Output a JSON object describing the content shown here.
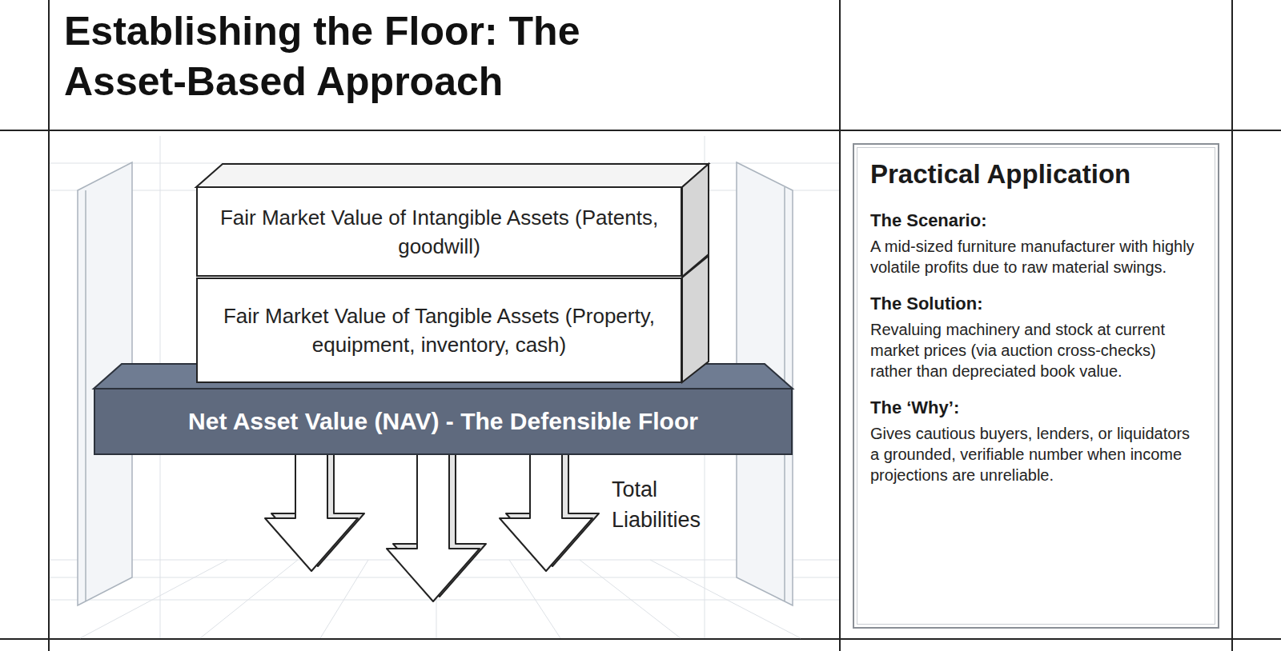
{
  "diagram": {
    "title": "Establishing the Floor: The Asset-Based Approach",
    "nodes": [
      {
        "text": [
          "Fair Market Value of Intangible Assets (Patents, goodwill)"
        ]
      },
      {
        "text": [
          "Fair Market Value of Tangible Assets (Property, equipment, inventory, cash)"
        ]
      },
      {
        "text": [
          "Net Asset Value (NAV) - The Defensible Floor"
        ]
      },
      {
        "text": [
          "Practical Application",
          "The Scenario:",
          "A mid-sized furniture manufacturer with highly volatile profits due to raw material swings.",
          "The Solution:",
          "Revaluing machinery and stock at current market prices (via auction cross-checks) rather than depreciated book value.",
          "The ‘Why’:",
          "Gives cautious buyers, lenders, or liquidators a grounded, verifiable number when income projections are unreliable."
        ]
      }
    ],
    "labels": [
      "Total Liabilities"
    ]
  }
}
